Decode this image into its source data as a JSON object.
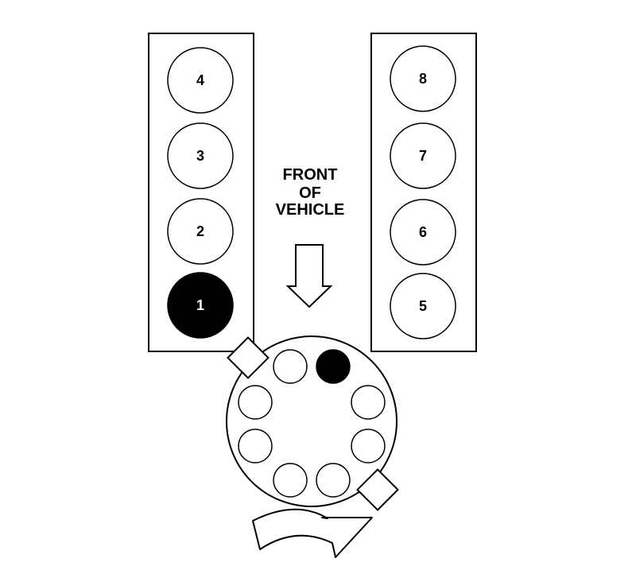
{
  "front_label": {
    "line1": "FRONT",
    "line2": "OF",
    "line3": "VEHICLE"
  },
  "left_bank": {
    "cylinders": [
      "4",
      "3",
      "2",
      "1"
    ],
    "filled": "1"
  },
  "right_bank": {
    "cylinders": [
      "8",
      "7",
      "6",
      "5"
    ],
    "filled": ""
  },
  "distributor": {
    "terminal_count": 8,
    "filled_terminal_index": 1,
    "rotation": "clockwise"
  },
  "colors": {
    "ink": "#000000",
    "paper": "#ffffff"
  }
}
